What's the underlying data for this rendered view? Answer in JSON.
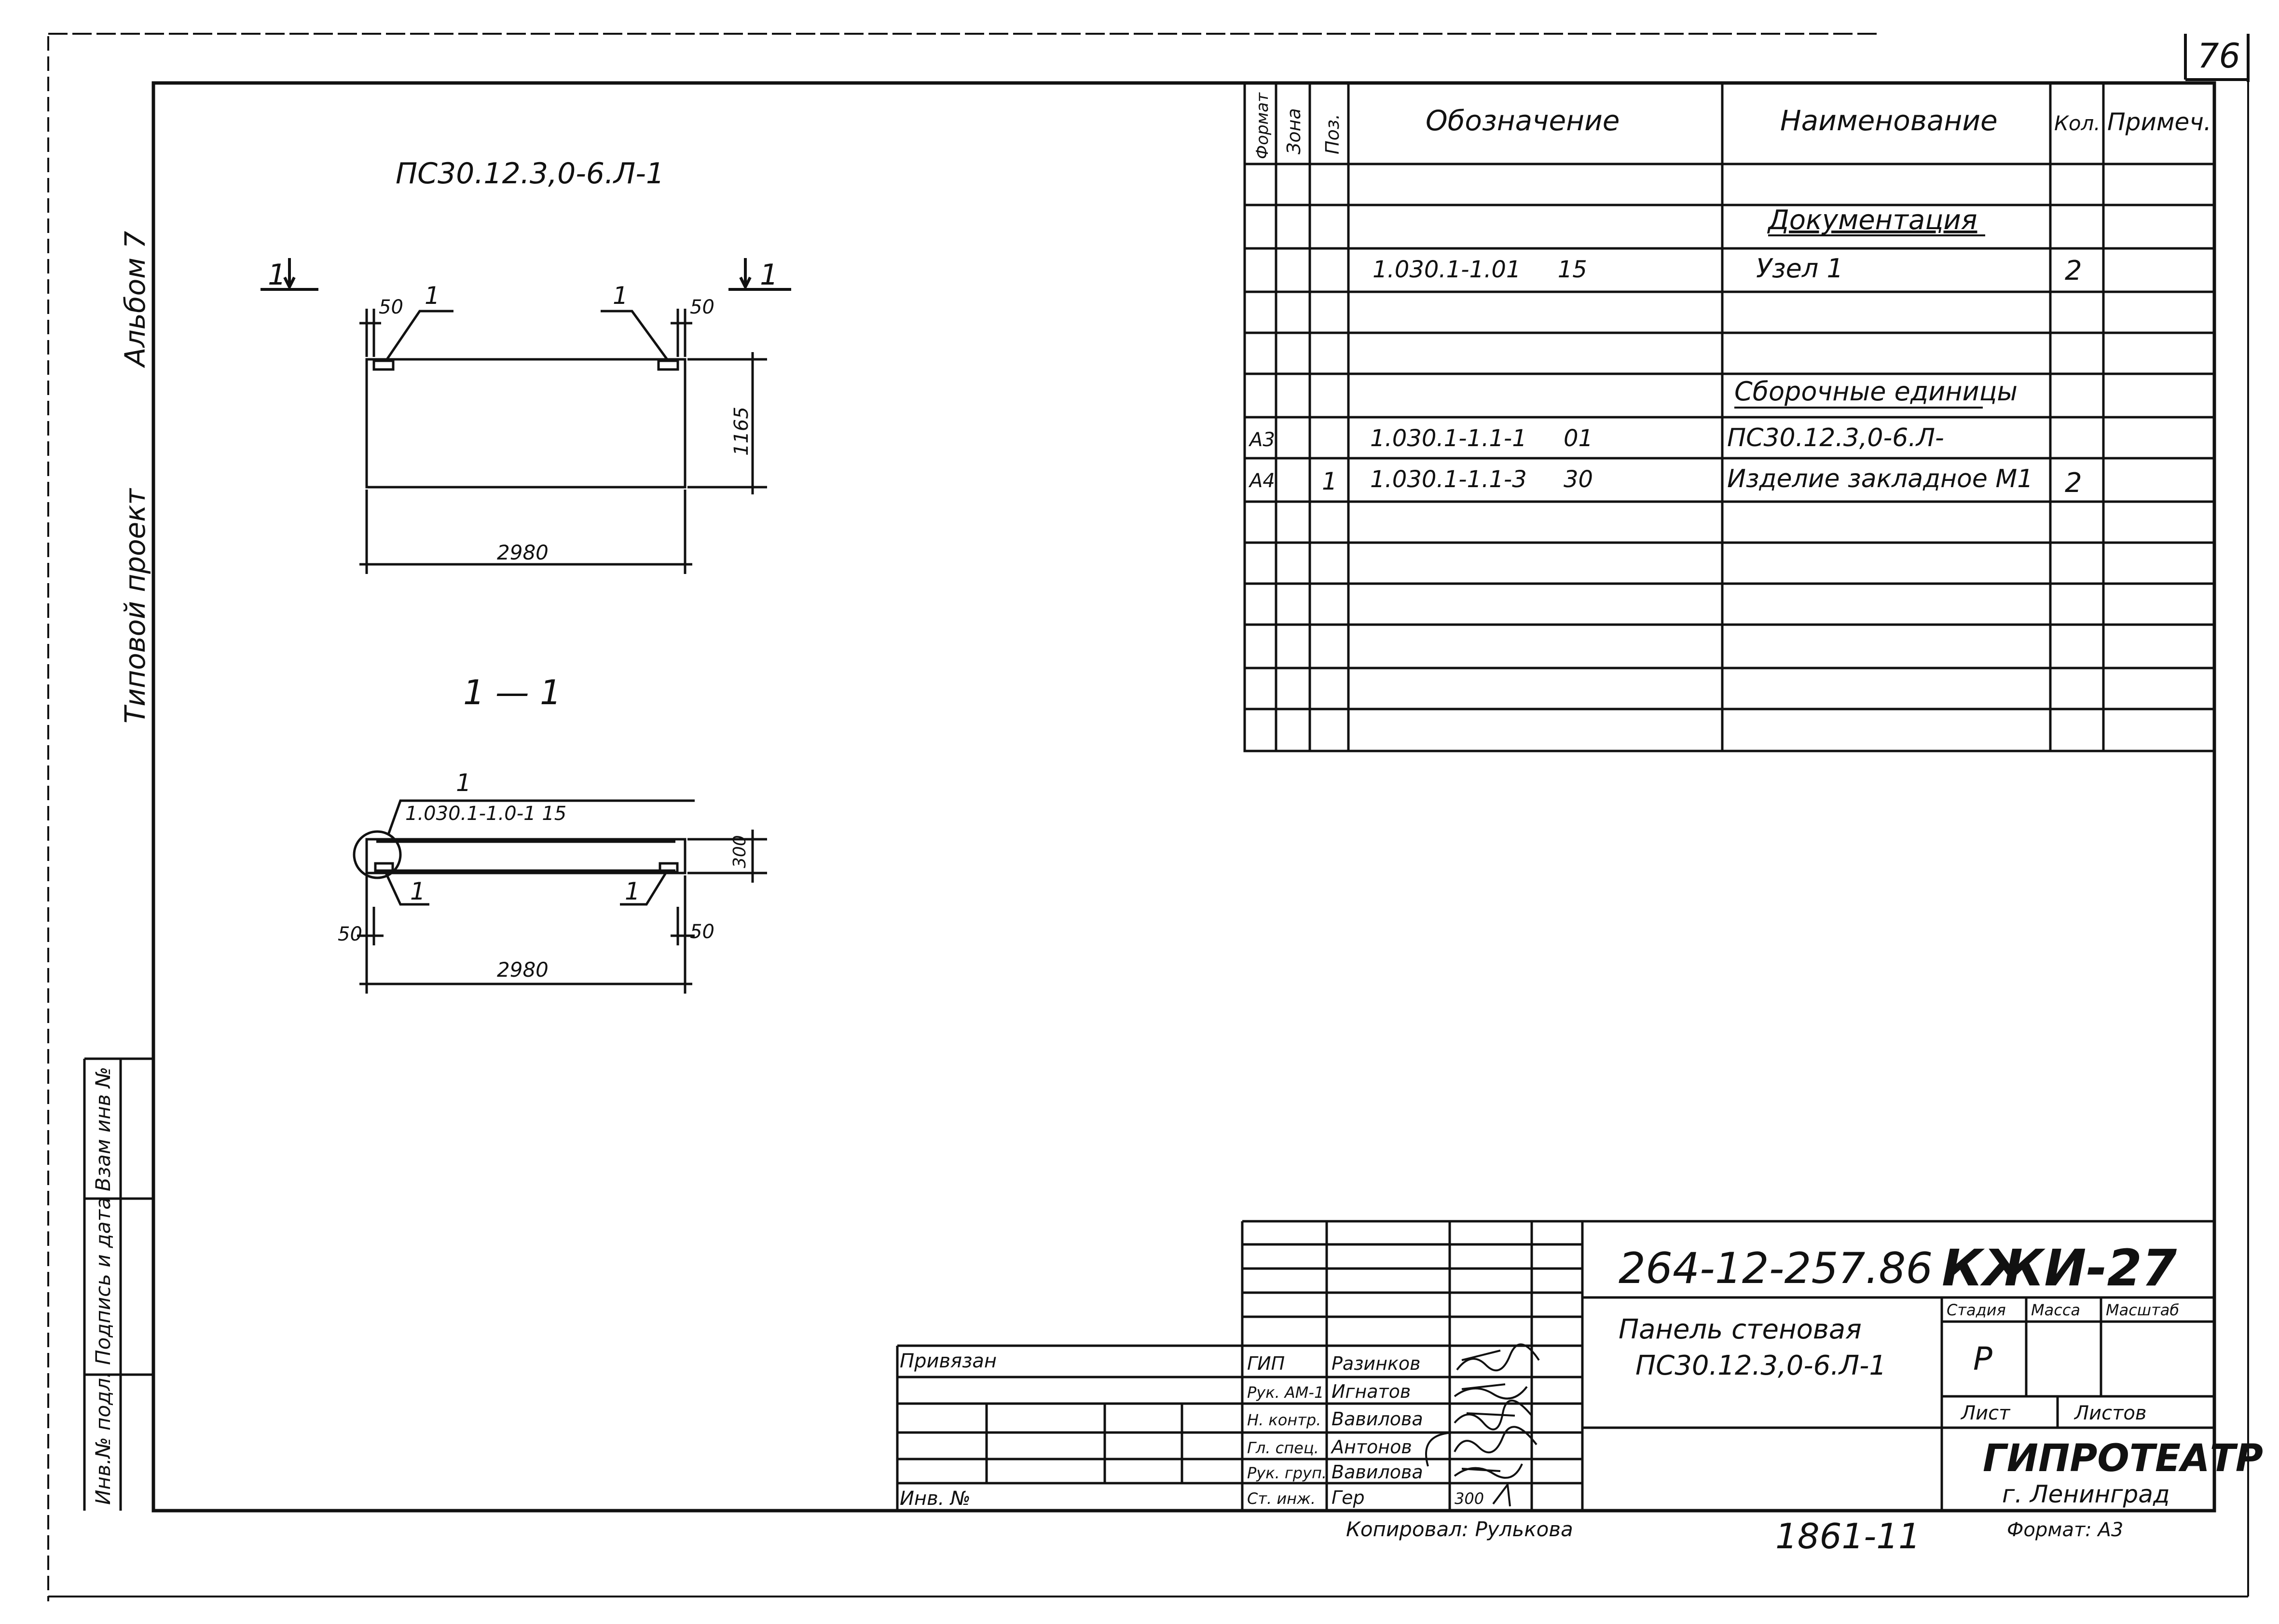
{
  "sheet_number": "76",
  "side_strip": {
    "album": "Альбом 7",
    "project": "Типовой проект",
    "stamp_cols": [
      "Инв.№ подл.",
      "Подпись и дата",
      "Взам инв №"
    ]
  },
  "drawing": {
    "title": "ПС30.12.3,0-6.Л-1",
    "section_mark_left": "1",
    "section_mark_right": "1",
    "dim_top_left": "50",
    "dim_top_right": "50",
    "leader_top_left": "1",
    "leader_top_right": "1",
    "dim_height": "1165",
    "dim_length": "2980",
    "section_label": "1 — 1",
    "section_leader_num": "1",
    "section_leader_ref": "1.030.1-1.0-1  15",
    "section_leader_bottom_left": "1",
    "section_leader_bottom_right": "1",
    "section_thickness": "300",
    "section_dim_left": "50",
    "section_dim_right": "50",
    "section_length": "2980"
  },
  "spec": {
    "headers": {
      "format": "Формат",
      "zone": "Зона",
      "pos": "Поз.",
      "designation": "Обозначение",
      "name": "Наименование",
      "qty": "Кол.",
      "note": "Примеч."
    },
    "rows": [
      {
        "format": "",
        "zone": "",
        "pos": "",
        "designation": "",
        "name": "",
        "qty": "",
        "note": ""
      },
      {
        "format": "",
        "zone": "",
        "pos": "",
        "designation": "",
        "name": "Документация",
        "qty": "",
        "note": "",
        "heading": true
      },
      {
        "format": "",
        "zone": "",
        "pos": "",
        "designation": "1.030.1-1.01     15",
        "name": "Узел 1",
        "qty": "2",
        "note": ""
      },
      {
        "format": "",
        "zone": "",
        "pos": "",
        "designation": "",
        "name": "",
        "qty": "",
        "note": ""
      },
      {
        "format": "",
        "zone": "",
        "pos": "",
        "designation": "",
        "name": "Сборочные единицы",
        "qty": "",
        "note": "",
        "heading": true
      },
      {
        "format": "А3",
        "zone": "",
        "pos": "",
        "designation": "1.030.1-1.1-1     01",
        "name": "ПС30.12.3,0-6.Л-",
        "qty": "",
        "note": ""
      },
      {
        "format": "А4",
        "zone": "",
        "pos": "1",
        "designation": "1.030.1-1.1-3     30",
        "name": "Изделие закладное М1",
        "qty": "2",
        "note": ""
      },
      {
        "format": "",
        "zone": "",
        "pos": "",
        "designation": "",
        "name": "",
        "qty": "",
        "note": ""
      },
      {
        "format": "",
        "zone": "",
        "pos": "",
        "designation": "",
        "name": "",
        "qty": "",
        "note": ""
      },
      {
        "format": "",
        "zone": "",
        "pos": "",
        "designation": "",
        "name": "",
        "qty": "",
        "note": ""
      },
      {
        "format": "",
        "zone": "",
        "pos": "",
        "designation": "",
        "name": "",
        "qty": "",
        "note": ""
      },
      {
        "format": "",
        "zone": "",
        "pos": "",
        "designation": "",
        "name": "",
        "qty": "",
        "note": ""
      },
      {
        "format": "",
        "zone": "",
        "pos": "",
        "designation": "",
        "name": "",
        "qty": "",
        "note": ""
      }
    ]
  },
  "title_block": {
    "bound_label": "Привязан",
    "inv_label": "Инв. №",
    "people": [
      {
        "role": "ГИП",
        "name": "Разинков"
      },
      {
        "role": "Рук. АМ-1",
        "name": "Игнатов"
      },
      {
        "role": "Н. контр.",
        "name": "Вавилова"
      },
      {
        "role": "Гл. спец.",
        "name": "Антонов"
      },
      {
        "role": "Рук. груп.",
        "name": "Вавилова"
      },
      {
        "role": "Ст. инж.",
        "name": "Гер"
      }
    ],
    "doc_code": "264-12-257.86",
    "sheet_code": "КЖИ-27",
    "object_title": "Панель стеновая",
    "object_code": "ПС30.12.3,0-6.Л-1",
    "stage_header": "Стадия",
    "mass_header": "Масса",
    "scale_header": "Масштаб",
    "stage": "Р",
    "sheet_label": "Лист",
    "sheets_label": "Листов",
    "org": "ГИПРОТЕАТР",
    "city": "г. Ленинград",
    "copied": "Копировал: Рулькова",
    "format": "Формат: А3",
    "archive_no": "1861-11",
    "sig_extra": "300"
  }
}
